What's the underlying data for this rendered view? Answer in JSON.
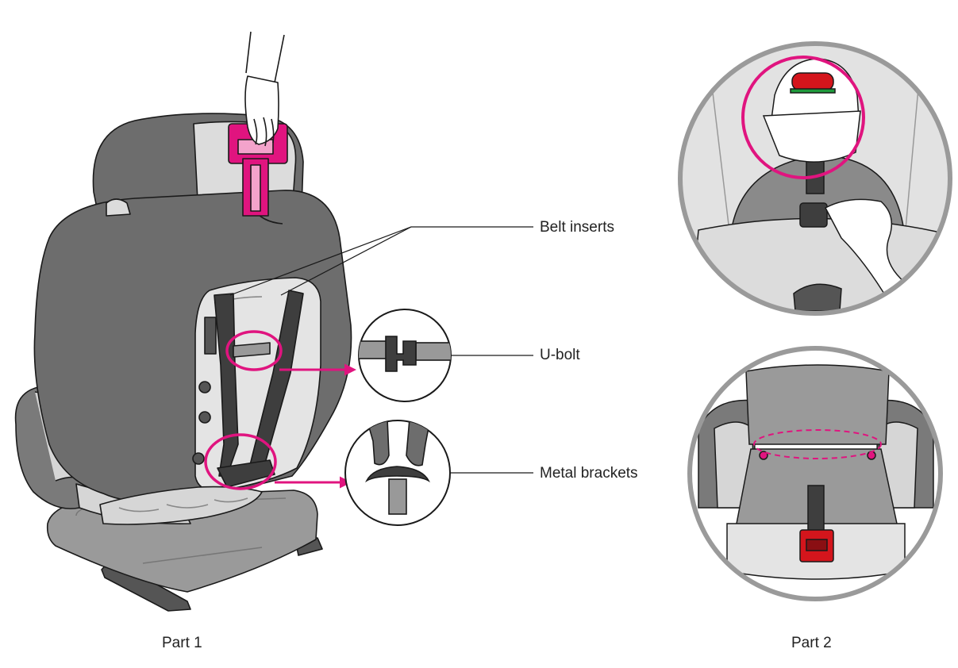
{
  "part1": {
    "caption": "Part 1"
  },
  "part2": {
    "caption": "Part 2"
  },
  "callouts": {
    "belt_inserts": "Belt inserts",
    "u_bolt": "U-bolt",
    "metal_brackets": "Metal brackets"
  },
  "colors": {
    "accent": "#e0147f",
    "seat_dark": "#6d6d6d",
    "seat_mid": "#9a9a9a",
    "seat_light": "#d6d6d6",
    "belt": "#3e3e3e",
    "indicator_red": "#d4151c",
    "indicator_green": "#1f9a3c"
  }
}
